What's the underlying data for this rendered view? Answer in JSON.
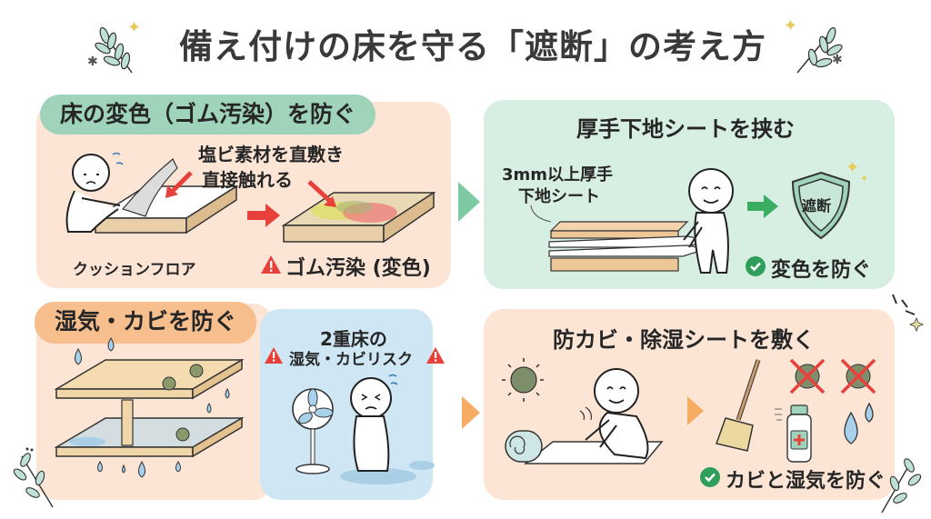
{
  "title": "備え付けの床を守る「遮断」の考え方",
  "colors": {
    "green_panel": "#d7eee2",
    "green_pill": "#9fd4bb",
    "peach_panel": "#fde5d6",
    "orange_pill": "#f7bf8d",
    "blue_panel": "#cfe6f4",
    "red_accent": "#e8403a",
    "check_green": "#2e9e5a",
    "arrow_green": "#7dcaa4",
    "arrow_orange": "#f6ad63"
  },
  "section1": {
    "heading": "床の変色（ゴム汚染）を防ぐ",
    "callout_line1": "塩ビ素材を直敷き",
    "callout_line2": "直接触れる",
    "floor_label": "クッションフロア",
    "warning_label": "ゴム汚染 (変色)"
  },
  "section2": {
    "heading": "厚手下地シートを挟む",
    "sheet_label_line1": "3mm以上厚手",
    "sheet_label_line2": "下地シート",
    "shield_text": "遮断",
    "result": "変色を防ぐ"
  },
  "section3": {
    "heading": "湿気・カビを防ぐ",
    "risk_line1": "2重床の",
    "risk_line2": "湿気・カビリスク"
  },
  "section4": {
    "heading": "防カビ・除湿シートを敷く",
    "result": "カビと湿気を防ぐ"
  }
}
